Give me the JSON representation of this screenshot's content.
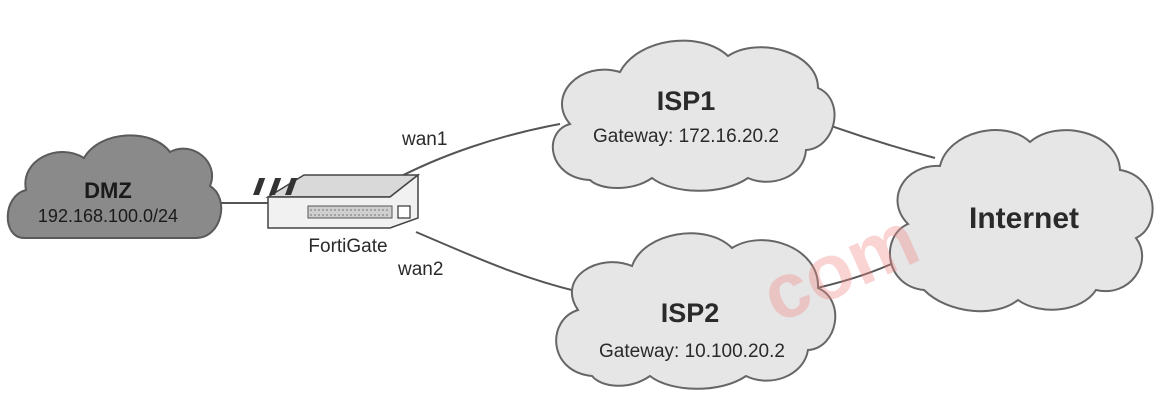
{
  "nodes": {
    "dmz": {
      "title": "DMZ",
      "subtitle": "192.168.100.0/24"
    },
    "fortigate": {
      "label": "FortiGate"
    },
    "isp1": {
      "title": "ISP1",
      "subtitle": "Gateway: 172.16.20.2"
    },
    "isp2": {
      "title": "ISP2",
      "subtitle": "Gateway: 10.100.20.2"
    },
    "internet": {
      "title": "Internet"
    }
  },
  "links": {
    "wan1": "wan1",
    "wan2": "wan2"
  },
  "watermark": "com",
  "colors": {
    "dmz_cloud": "#8a8a8a",
    "cloud_fill": "#e6e6e6",
    "cloud_stroke": "#666666",
    "line": "#555555",
    "device": "#f1f1f1"
  }
}
